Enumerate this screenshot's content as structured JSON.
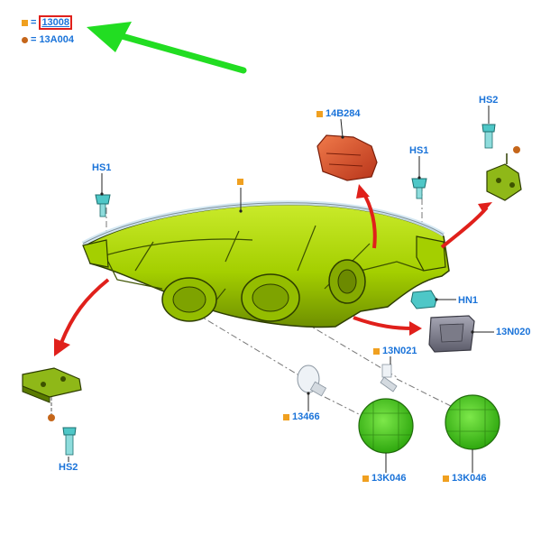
{
  "legend": {
    "part_symbol": "■",
    "part_code": "13008",
    "fastener_code": "13A004",
    "equals": "="
  },
  "labels": {
    "hs1_left": "HS1",
    "hs1_right": "HS1",
    "hs2_left": "HS2",
    "hs2_right": "HS2",
    "hn1": "HN1",
    "p14B284": "14B284",
    "p13N020": "13N020",
    "p13N021": "13N021",
    "p13466": "13466",
    "p13K046_a": "13K046",
    "p13K046_b": "13K046"
  },
  "colors": {
    "housing": "#a8d400",
    "housing_dark": "#3d5200",
    "bracket": "#8fb818",
    "cap": "#4fc71f",
    "module": "#e0522a",
    "screw": "#4ec7c7",
    "arrow_red": "#e0201b",
    "arrow_green": "#22dd22",
    "label_blue": "#1a73d9",
    "marker_orange": "#f0a020",
    "marker_brown": "#c5661a"
  }
}
